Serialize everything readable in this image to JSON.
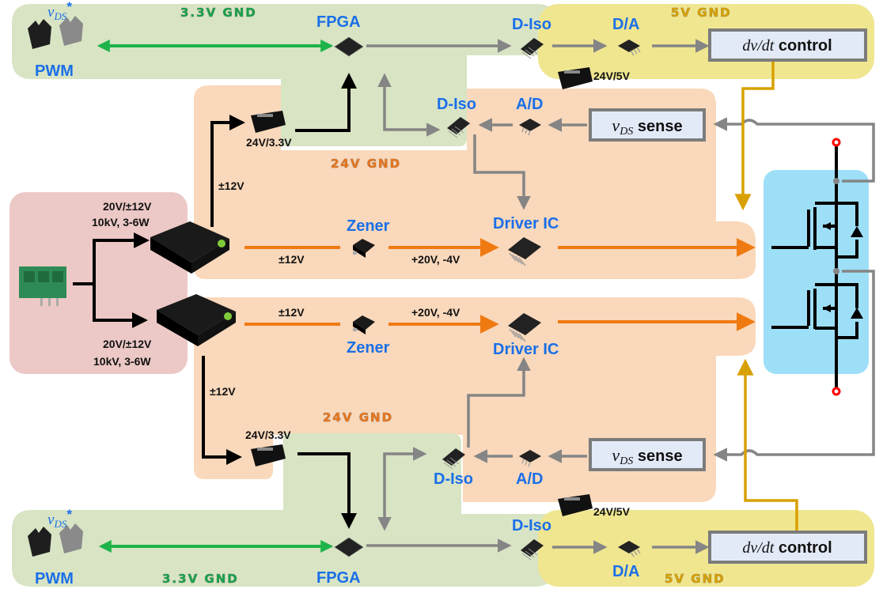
{
  "colors": {
    "gnd_3v3": "#d8e4c4",
    "gnd_5v": "#f0e690",
    "gnd_24v": "#f9d8bb",
    "input_zone": "#ecc9c6",
    "switch_zone": "#9ddff7",
    "arrow_green": "#1db34a",
    "arrow_gray": "#858585",
    "arrow_black": "#000000",
    "arrow_orange": "#f07a12",
    "arrow_gold": "#d8a000",
    "label_blue": "#1a6fe8",
    "label_green": "#1aa14a",
    "label_orange": "#e8761c",
    "label_gold": "#d8a000",
    "terminal_red": "#ff0000"
  },
  "zones": {
    "top_3v3_gnd": "3.3V GND",
    "top_5v_gnd": "5V GND",
    "top_24v_gnd": "24V GND",
    "bottom_24v_gnd": "24V GND",
    "bottom_3v3_gnd": "3.3V GND",
    "bottom_5v_gnd": "5V GND"
  },
  "top": {
    "vds_star": {
      "main": "v",
      "sub": "DS",
      "sup": "*"
    },
    "pwm": "PWM",
    "fpga": "FPGA",
    "diso_1": "D-Iso",
    "da": "D/A",
    "dvdt_control": {
      "italic": "dv/dt",
      "rest": " control"
    },
    "dcdc_5v": "24V/5V",
    "dcdc_3v3": "24V/3.3V",
    "diso_2": "D-Iso",
    "ad": "A/D",
    "vds_sense": {
      "main": "v",
      "sub": "DS",
      "rest": " sense"
    },
    "supply_12v": "±12V",
    "zener": "Zener",
    "zener_in": "±12V",
    "zener_out": "+20V, -4V",
    "driver_ic": "Driver IC"
  },
  "input": {
    "dcdc_top_line1": "20V/±12V",
    "dcdc_top_line2": "10kV, 3-6W",
    "dcdc_bottom_line1": "20V/±12V",
    "dcdc_bottom_line2": "10kV, 3-6W"
  },
  "bottom": {
    "vds_star": {
      "main": "v",
      "sub": "DS",
      "sup": "*"
    },
    "pwm": "PWM",
    "fpga": "FPGA",
    "diso_1": "D-Iso",
    "da": "D/A",
    "dvdt_control": {
      "italic": "dv/dt",
      "rest": " control"
    },
    "dcdc_5v": "24V/5V",
    "dcdc_3v3": "24V/3.3V",
    "diso_2": "D-Iso",
    "ad": "A/D",
    "vds_sense": {
      "main": "v",
      "sub": "DS",
      "rest": " sense"
    },
    "supply_12v": "±12V",
    "zener": "Zener",
    "zener_in": "±12V",
    "zener_out": "+20V, -4V",
    "driver_ic": "Driver IC"
  }
}
